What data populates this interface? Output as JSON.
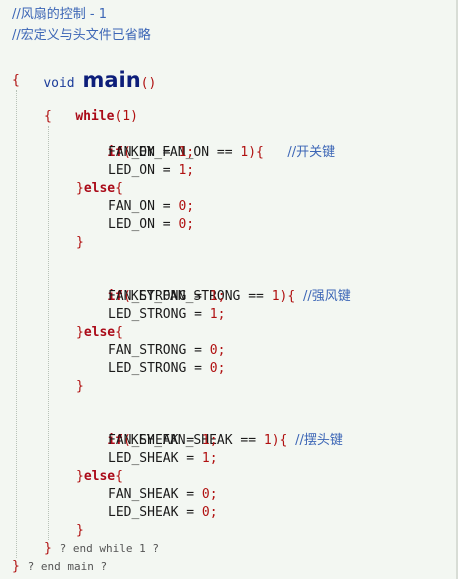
{
  "comments": {
    "line1": "//风扇的控制 - 1",
    "line2": "//宏定义与头文件已省略"
  },
  "main_decl": {
    "void_kw": "void",
    "main_name": "main",
    "parens": "()"
  },
  "braces": {
    "open": "{",
    "close": "}"
  },
  "while_stmt": {
    "kw": "while",
    "open_paren": "(",
    "cond": "1",
    "close_paren": ")"
  },
  "blocks": [
    {
      "if_kw": "if",
      "cond_open": "(",
      "cond": "KEY_FAN_ON == ",
      "cond_num": "1",
      "cond_close": ")",
      "brace_open": "{",
      "comment": "//开关键",
      "then": [
        {
          "lhs": "FAN_ON = ",
          "num": "1",
          "semi": ";"
        },
        {
          "lhs": "LED_ON = ",
          "num": "1",
          "semi": ";"
        }
      ],
      "close_else": "}",
      "else_kw": "else",
      "else_brace": "{",
      "else": [
        {
          "lhs": "FAN_ON = ",
          "num": "0",
          "semi": ";"
        },
        {
          "lhs": "LED_ON = ",
          "num": "0",
          "semi": ";"
        }
      ],
      "end_brace": "}"
    },
    {
      "if_kw": "if",
      "cond_open": "(",
      "cond": "KEY_FAN_STRONG == ",
      "cond_num": "1",
      "cond_close": ")",
      "brace_open": "{",
      "comment": "//强风键",
      "then": [
        {
          "lhs": "FAN_STRONG = ",
          "num": "1",
          "semi": ";"
        },
        {
          "lhs": "LED_STRONG = ",
          "num": "1",
          "semi": ";"
        }
      ],
      "close_else": "}",
      "else_kw": "else",
      "else_brace": "{",
      "else": [
        {
          "lhs": "FAN_STRONG = ",
          "num": "0",
          "semi": ";"
        },
        {
          "lhs": "LED_STRONG = ",
          "num": "0",
          "semi": ";"
        }
      ],
      "end_brace": "}"
    },
    {
      "if_kw": "if",
      "cond_open": "(",
      "cond": "KEY_FAN_SHEAK == ",
      "cond_num": "1",
      "cond_close": ")",
      "brace_open": "{",
      "comment": "//摆头键",
      "then": [
        {
          "lhs": "FAN_SHEAK = ",
          "num": "1",
          "semi": ";"
        },
        {
          "lhs": "LED_SHEAK = ",
          "num": "1",
          "semi": ";"
        }
      ],
      "close_else": "}",
      "else_kw": "else",
      "else_brace": "{",
      "else": [
        {
          "lhs": "FAN_SHEAK = ",
          "num": "0",
          "semi": ";"
        },
        {
          "lhs": "LED_SHEAK = ",
          "num": "0",
          "semi": ";"
        }
      ],
      "end_brace": "}"
    }
  ],
  "end_while": "? end while 1 ?",
  "end_main": "? end main ?"
}
